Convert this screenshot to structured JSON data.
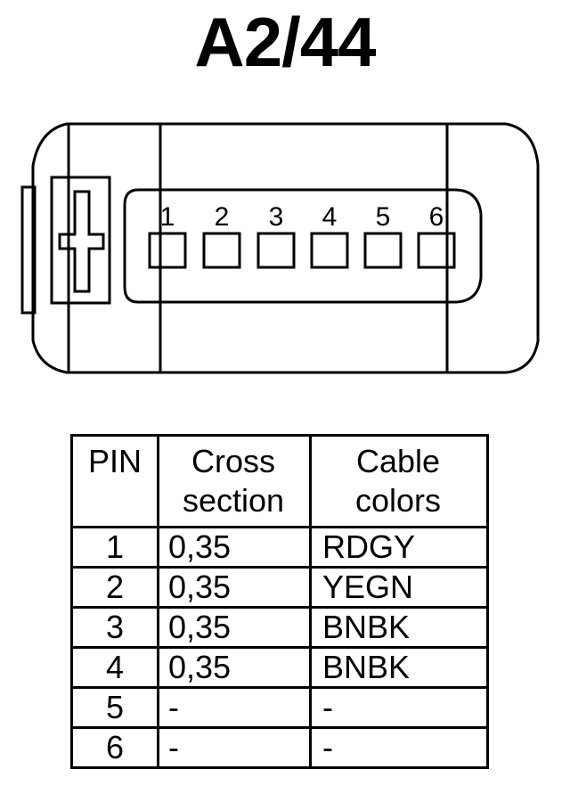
{
  "title": "A2/44",
  "connector": {
    "pin_numbers": [
      "1",
      "2",
      "3",
      "4",
      "5",
      "6"
    ]
  },
  "table": {
    "headers": {
      "pin": "PIN",
      "cross_section_line1": "Cross",
      "cross_section_line2": "section",
      "cable_colors_line1": "Cable",
      "cable_colors_line2": "colors"
    },
    "rows": [
      {
        "pin": "1",
        "cross_section": "0,35",
        "cable_color": "RDGY"
      },
      {
        "pin": "2",
        "cross_section": "0,35",
        "cable_color": "YEGN"
      },
      {
        "pin": "3",
        "cross_section": "0,35",
        "cable_color": "BNBK"
      },
      {
        "pin": "4",
        "cross_section": "0,35",
        "cable_color": "BNBK"
      },
      {
        "pin": "5",
        "cross_section": "-",
        "cable_color": "-"
      },
      {
        "pin": "6",
        "cross_section": "-",
        "cable_color": "-"
      }
    ]
  }
}
